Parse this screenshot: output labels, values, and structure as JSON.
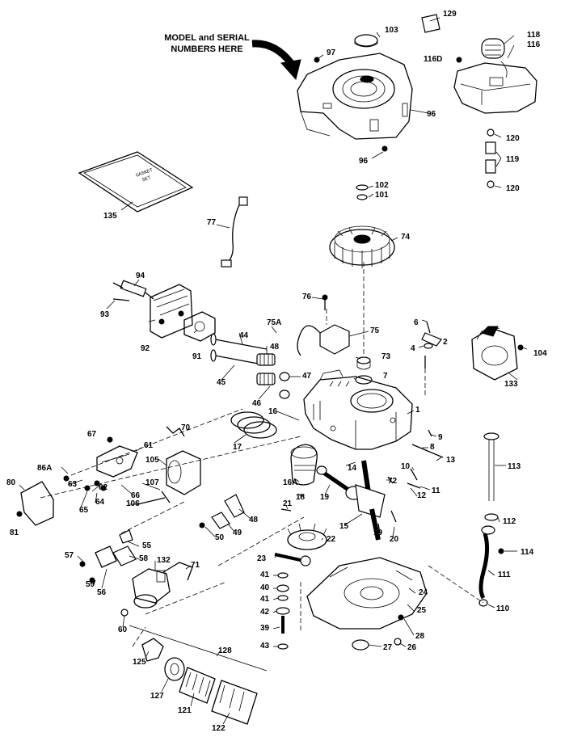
{
  "note": {
    "line1": "MODEL and SERIAL",
    "line2": "NUMBERS HERE"
  },
  "gasket_set_text": {
    "line1": "GASKET",
    "line2": "SET"
  },
  "part_labels": [
    "129",
    "103",
    "118",
    "116",
    "116D",
    "97",
    "96",
    "96",
    "120",
    "119",
    "120",
    "102",
    "101",
    "135",
    "77",
    "74",
    "94",
    "93",
    "92",
    "91",
    "76",
    "75A",
    "75",
    "6",
    "2",
    "4",
    "104",
    "133",
    "44",
    "48",
    "45",
    "47",
    "46",
    "73",
    "7",
    "1",
    "16",
    "17",
    "70",
    "67",
    "61",
    "105",
    "86A",
    "63",
    "62",
    "64",
    "65",
    "66",
    "106",
    "107",
    "80",
    "81",
    "9",
    "8",
    "13",
    "10",
    "11",
    "12",
    "113",
    "14",
    "16A",
    "18",
    "19",
    "72",
    "21",
    "22",
    "15",
    "19",
    "20",
    "49",
    "48",
    "50",
    "55",
    "57",
    "58",
    "56",
    "59",
    "132",
    "71",
    "60",
    "112",
    "114",
    "23",
    "41",
    "40",
    "41",
    "42",
    "39",
    "43",
    "24",
    "25",
    "28",
    "27",
    "26",
    "111",
    "110",
    "128",
    "125",
    "127",
    "121",
    "122"
  ]
}
